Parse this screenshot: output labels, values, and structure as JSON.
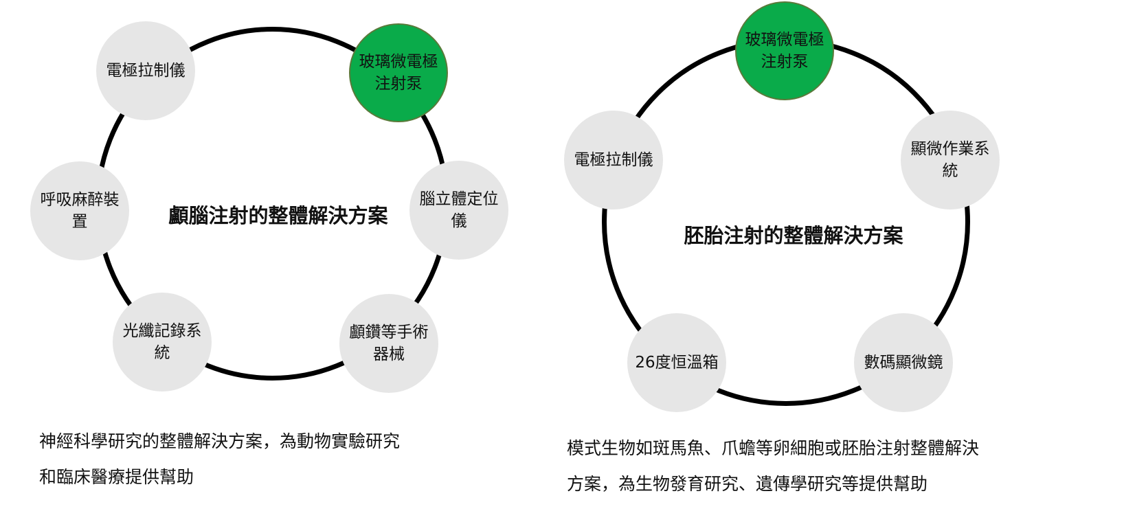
{
  "left_diagram": {
    "title": "顱腦注射的整體解決方案",
    "nodes": [
      "電極拉制儀",
      "玻璃微電極注射泵",
      "呼吸麻醉裝置",
      "腦立體定位儀",
      "光纖記錄系統",
      "顱鑽等手術器械"
    ],
    "caption": "神經科學研究的整體解決方案，為動物實驗研究\n和臨床醫療提供幫助"
  },
  "right_diagram": {
    "title": "胚胎注射的整體解決方案",
    "nodes": [
      "玻璃微電極注射泵",
      "電極拉制儀",
      "顯微作業系統",
      "26度恒溫箱",
      "數碼顯微鏡"
    ],
    "caption": "模式生物如斑馬魚、爪蟾等卵細胞或胚胎注射整體解決\n方案，為生物發育研究、遺傳學研究等提供幫助"
  },
  "colors": {
    "highlight": "#0aab4a",
    "node": "#e6e6e6",
    "ring": "#000000"
  }
}
